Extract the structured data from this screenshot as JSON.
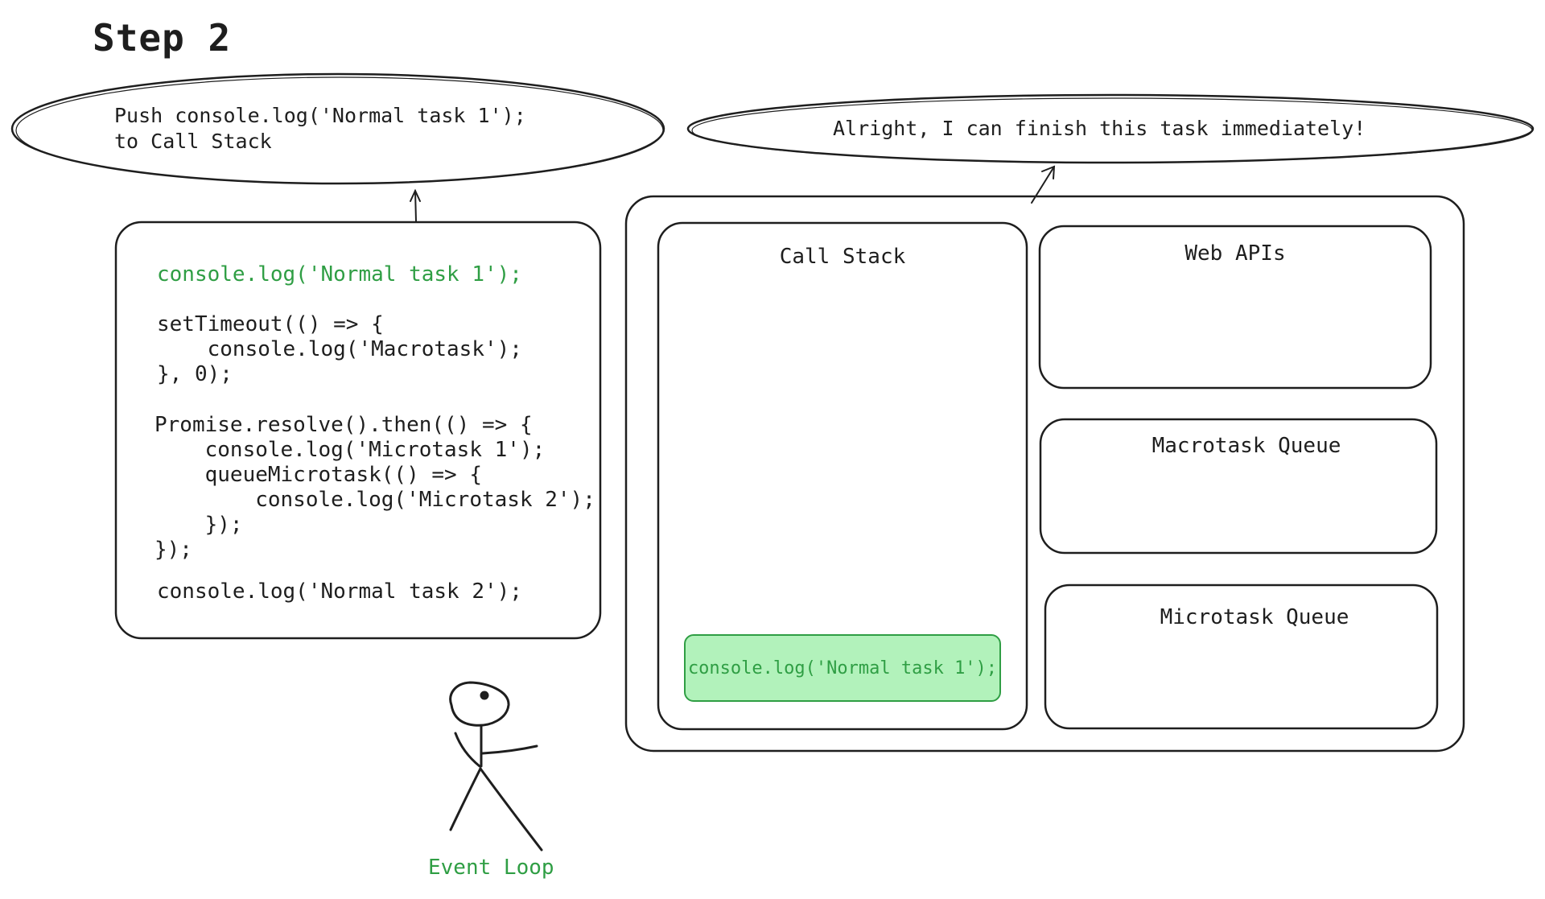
{
  "title": "Step 2",
  "bubble_left": {
    "line1": "Push console.log('Normal task 1');",
    "line2": "to Call Stack"
  },
  "bubble_right": {
    "text": "Alright, I can finish this task immediately!"
  },
  "code_panel": {
    "highlighted_line": "console.log('Normal task 1');",
    "block_timeout": "setTimeout(() => {\n    console.log('Macrotask');\n}, 0);",
    "block_promise": "Promise.resolve().then(() => {\n    console.log('Microtask 1');\n    queueMicrotask(() => {\n        console.log('Microtask 2');\n    });\n});",
    "last_line": "console.log('Normal task 2');"
  },
  "runtime": {
    "call_stack_title": "Call Stack",
    "call_stack_items": [
      "console.log('Normal task 1');"
    ],
    "web_apis_title": "Web APIs",
    "macrotask_title": "Macrotask Queue",
    "microtask_title": "Microtask Queue"
  },
  "event_loop_label": "Event Loop",
  "colors": {
    "ink": "#1e1e1e",
    "highlight_text": "#2f9e44",
    "highlight_fill": "#b2f2bb"
  }
}
